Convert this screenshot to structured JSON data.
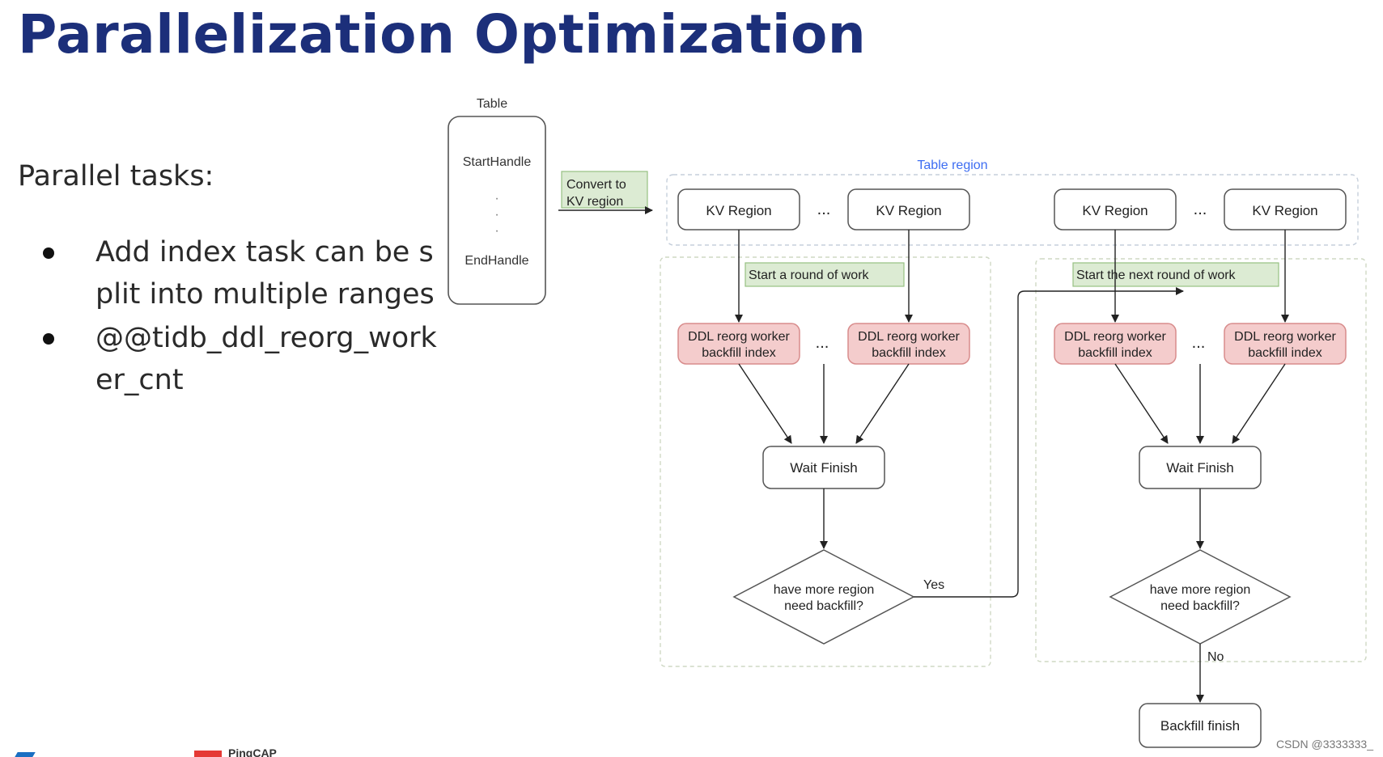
{
  "slide": {
    "title": "Parallelization Optimization",
    "subheading": "Parallel tasks:",
    "bullets": [
      "Add index task can be split into multiple ranges",
      "@@tidb_ddl_reorg_worker_cnt"
    ]
  },
  "diagram": {
    "table": {
      "label": "Table",
      "start": "StartHandle",
      "end": "EndHandle"
    },
    "convert_note": [
      "Convert to",
      "KV region"
    ],
    "table_region_label": "Table  region",
    "kv_region": "KV Region",
    "ellipsis": "...",
    "start_round": "Start a round of work",
    "start_next_round": "Start the next round  of work",
    "worker_line1": "DDL reorg worker",
    "worker_line2": "backfill index",
    "wait_finish": "Wait Finish",
    "decision_line1": "have more region",
    "decision_line2": "need backfill?",
    "yes": "Yes",
    "no": "No",
    "backfill_finish": "Backfill finish"
  },
  "colors": {
    "title": "#1c2f7a",
    "note_fill": "#dcebd3",
    "note_stroke": "#97c083",
    "worker_fill": "#f4cccc",
    "worker_stroke": "#d88c8c",
    "table_region_label": "#3d6df2",
    "dashed_border": "#cfd8c4"
  },
  "footer": {
    "watermark": "CSDN @3333333_",
    "brand": "PingCAP"
  }
}
